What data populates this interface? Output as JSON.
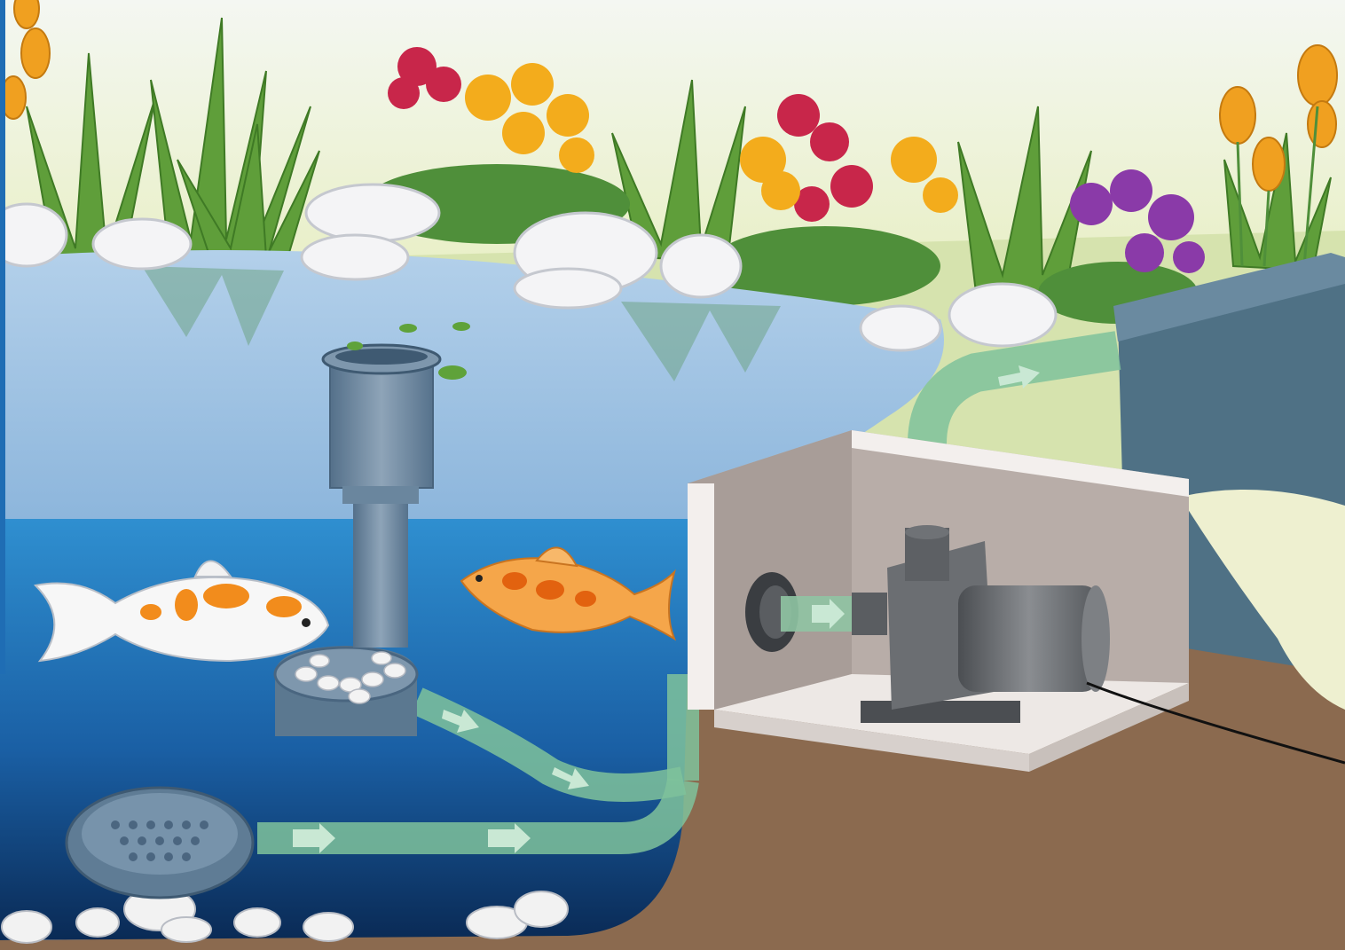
{
  "illustration": {
    "subject": "pond-filtration-system",
    "labels": [],
    "colors": {
      "sky_top": "#f4f7f2",
      "sky_bottom": "#e8efc4",
      "lawn": "#c9dca0",
      "pond_surface": "#9fc2e0",
      "water_light": "#2f8fd0",
      "water_deep": "#0f3f7a",
      "water_bottom": "#0a2a55",
      "ground": "#8b6a4f",
      "pipe": "#7fc29b",
      "pump_housing": "#6b6e72",
      "filter_box": "#4f7185",
      "enclosure_wall": "#b8ada8",
      "left_border": "#1f6db4"
    },
    "parts": [
      "skimmer-column",
      "bottom-drain",
      "intake-pipes",
      "pump",
      "pump-enclosure",
      "return-pipe",
      "filter-box",
      "koi-white",
      "koi-orange",
      "pond-plants",
      "shore-rocks"
    ]
  }
}
